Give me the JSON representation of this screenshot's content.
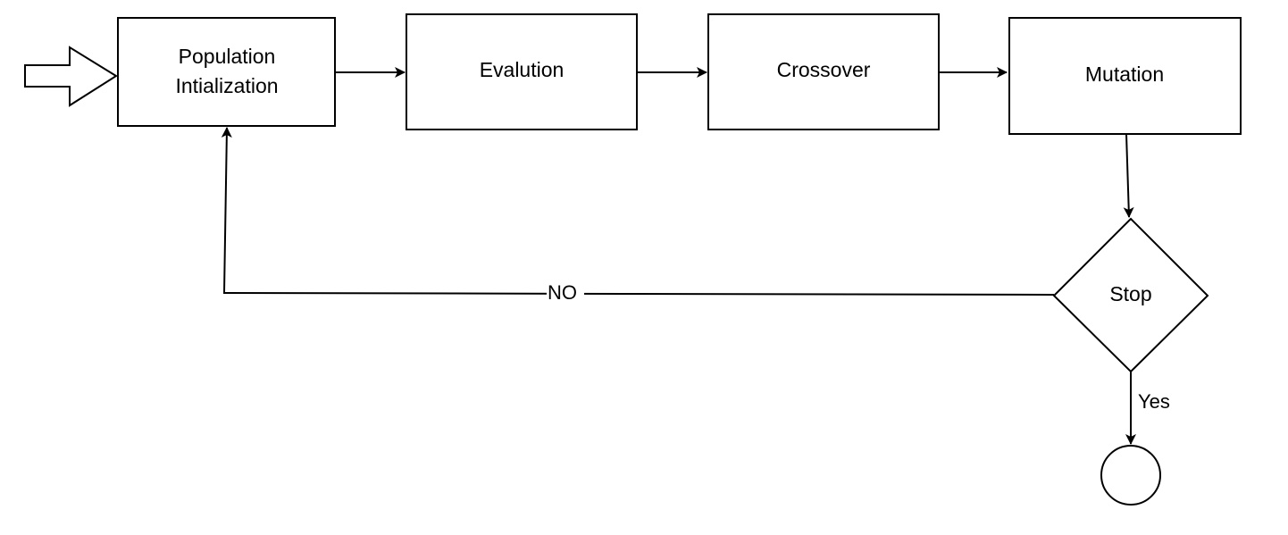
{
  "diagram": {
    "nodes": {
      "population": {
        "line1": "Population",
        "line2": "Intialization"
      },
      "evaluation": {
        "label": "Evalution"
      },
      "crossover": {
        "label": "Crossover"
      },
      "mutation": {
        "label": "Mutation"
      },
      "stop": {
        "label": "Stop"
      }
    },
    "edges": {
      "no_label": "NO",
      "yes_label": "Yes"
    }
  }
}
